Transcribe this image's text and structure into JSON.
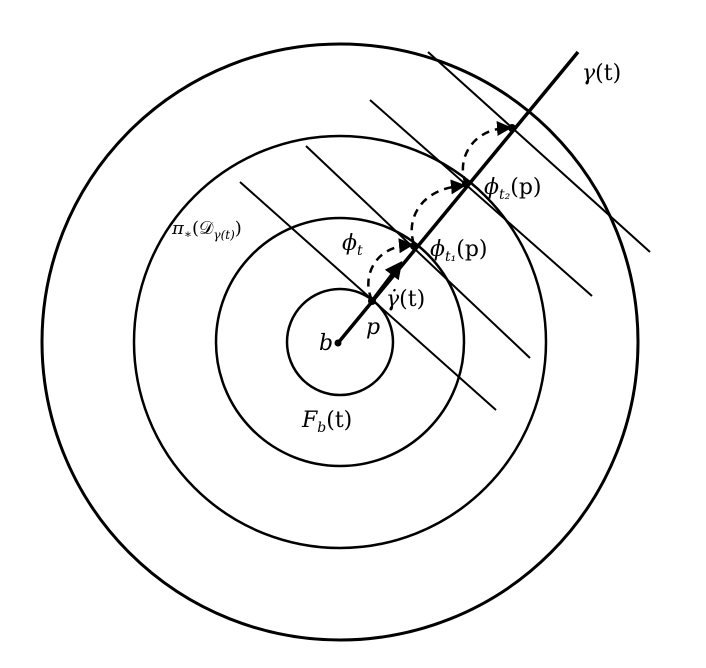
{
  "labels": {
    "gamma_t": {
      "base": "γ",
      "rest": "(t)"
    },
    "phi_t2_p": {
      "base": "ϕ",
      "sub": "t₂",
      "rest": "(p)"
    },
    "phi_t1_p": {
      "base": "ϕ",
      "sub": "t₁",
      "rest": "(p)"
    },
    "phi_t": {
      "base": "ϕ",
      "sub": "t"
    },
    "pi_D": {
      "base": "π",
      "sub": "∗",
      "mid": "(𝒟",
      "sub2": "γ(t)",
      "rest": ")"
    },
    "gamma_dot": {
      "base": "γ̇",
      "rest": "(t)"
    },
    "p": "p",
    "b": "b",
    "F_b": {
      "base": "F",
      "sub": "b",
      "rest": "(t)"
    }
  },
  "colors": {
    "stroke": "#000000",
    "background": "#ffffff"
  }
}
